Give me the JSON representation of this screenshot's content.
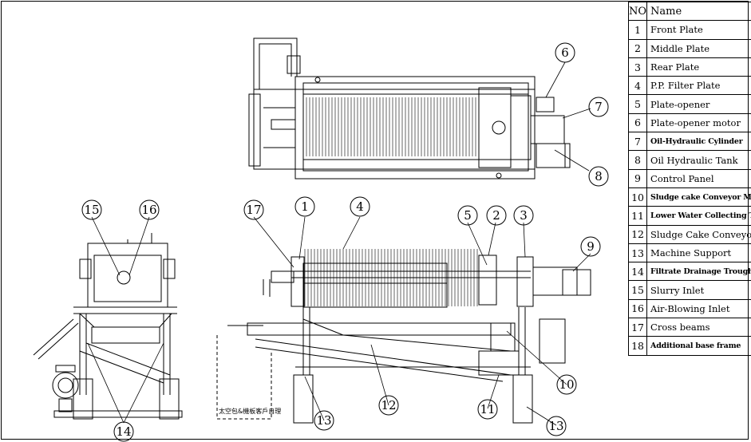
{
  "legend": {
    "col_no": "NO",
    "col_name": "Name",
    "rows": [
      {
        "no": "1",
        "name": "Front Plate"
      },
      {
        "no": "2",
        "name": "Middle Plate"
      },
      {
        "no": "3",
        "name": "Rear Plate"
      },
      {
        "no": "4",
        "name": "P.P. Filter Plate"
      },
      {
        "no": "5",
        "name": "Plate-opener"
      },
      {
        "no": "6",
        "name": "Plate-opener motor"
      },
      {
        "no": "7",
        "name": "Oil-Hydraulic Cylinder"
      },
      {
        "no": "8",
        "name": "Oil Hydraulic Tank"
      },
      {
        "no": "9",
        "name": "Control Panel"
      },
      {
        "no": "10",
        "name": "Sludge cake Conveyor Motor"
      },
      {
        "no": "11",
        "name": "Lower Water Collecting Trough"
      },
      {
        "no": "12",
        "name": "Sludge Cake Conveyor"
      },
      {
        "no": "13",
        "name": "Machine Support"
      },
      {
        "no": "14",
        "name": "Filtrate Drainage Trough"
      },
      {
        "no": "15",
        "name": "Slurry Inlet"
      },
      {
        "no": "16",
        "name": "Air-Blowing Inlet"
      },
      {
        "no": "17",
        "name": "Cross beams"
      },
      {
        "no": "18",
        "name": "Additional base frame"
      }
    ]
  },
  "balloons": {
    "b6": "6",
    "b7": "7",
    "b8": "8",
    "b15": "15",
    "b16": "16",
    "b14": "14",
    "b17": "17",
    "b1": "1",
    "b4": "4",
    "b5": "5",
    "b2": "2",
    "b3": "3",
    "b9": "9",
    "b10": "10",
    "b11": "11",
    "b12": "12",
    "b13a": "13",
    "b13b": "13"
  },
  "drawing_note": "太空包&機板客戶自理"
}
